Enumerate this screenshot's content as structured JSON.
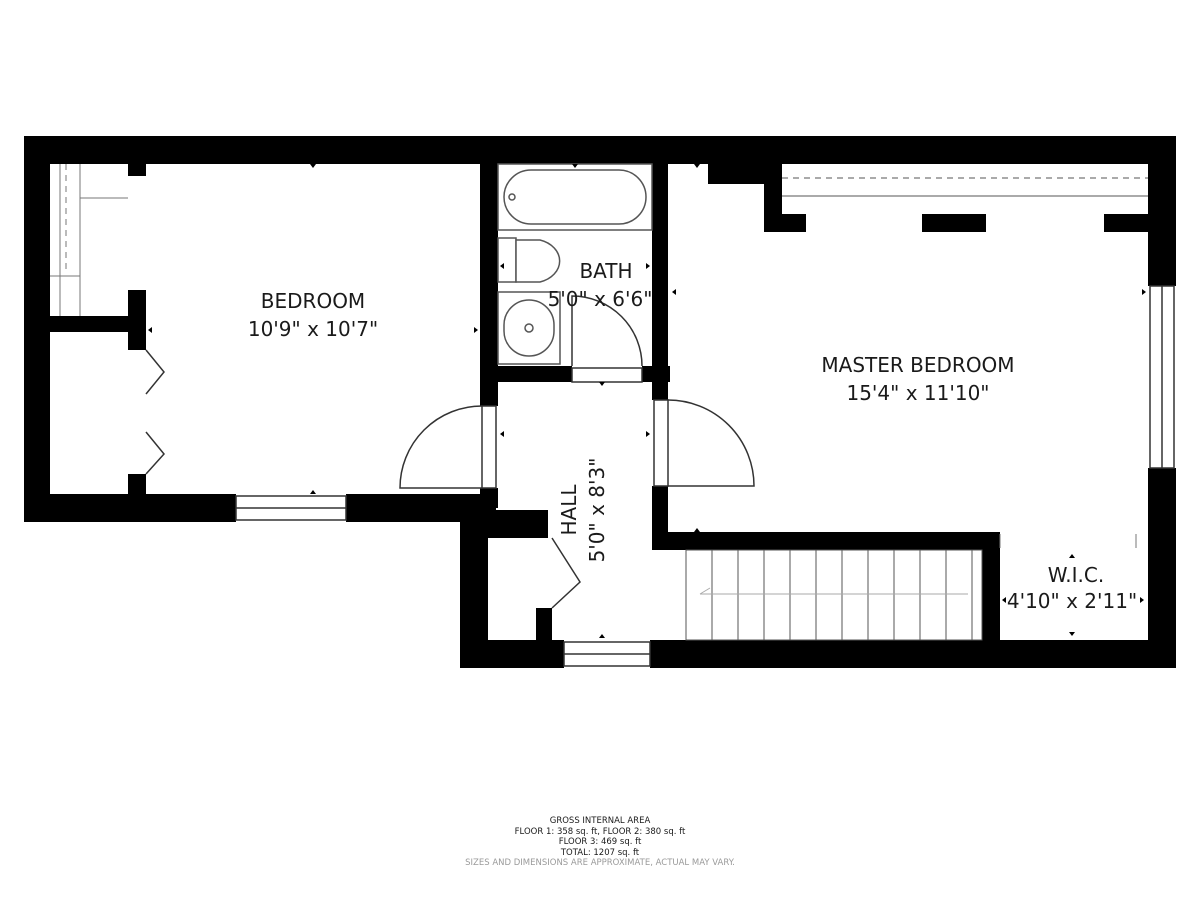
{
  "rooms": {
    "bedroom": {
      "name": "BEDROOM",
      "dims": "10'9\" x 10'7\""
    },
    "bath": {
      "name": "BATH",
      "dims": "5'0\" x 6'6\""
    },
    "master": {
      "name": "MASTER BEDROOM",
      "dims": "15'4\" x 11'10\""
    },
    "hall": {
      "name": "HALL",
      "dims": "5'0\" x 8'3\""
    },
    "wic": {
      "name": "W.I.C.",
      "dims": "4'10\" x 2'11\""
    }
  },
  "footer": {
    "title": "GROSS INTERNAL AREA",
    "line1": "FLOOR 1: 358 sq. ft, FLOOR 2: 380 sq. ft",
    "line2": "FLOOR 3: 469 sq. ft",
    "total": "TOTAL: 1207 sq. ft",
    "note": "SIZES AND DIMENSIONS ARE APPROXIMATE, ACTUAL MAY VARY."
  },
  "colors": {
    "wall": "#000000",
    "fixture": "#555555",
    "background": "#ffffff"
  }
}
